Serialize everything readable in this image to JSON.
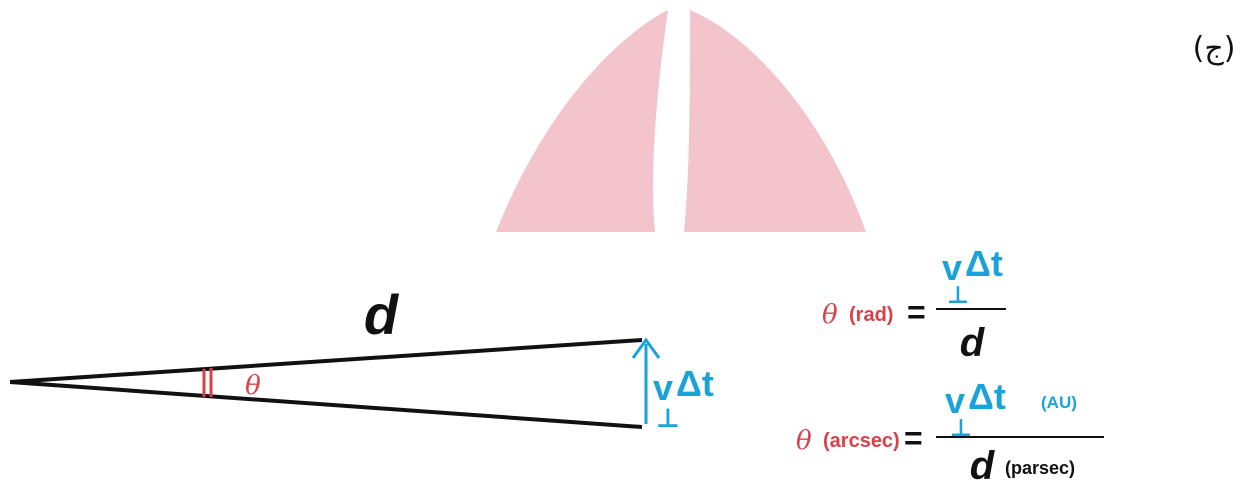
{
  "panel_label": "(ج)",
  "diagram": {
    "distance_label": "d",
    "angle_symbol": "θ",
    "displacement": {
      "v": "v",
      "perp": "⊥",
      "delta_t": "Δt"
    }
  },
  "formula_rad": {
    "theta": "θ",
    "unit": "(rad)",
    "equals": "=",
    "numerator_v": "v",
    "numerator_perp": "⊥",
    "numerator_dt": "Δt",
    "denominator": "d"
  },
  "formula_arcsec": {
    "theta": "θ",
    "unit": "(arcsec)",
    "equals": "=",
    "numerator_v": "v",
    "numerator_perp": "⊥",
    "numerator_dt": "Δt",
    "numerator_unit": "(AU)",
    "denominator": "d",
    "denominator_unit": "(parsec)"
  },
  "colors": {
    "theta_red": "#d9414a",
    "vector_blue": "#1aa3d9",
    "line_black": "#111111",
    "watermark_pink": "#f3c4cc"
  }
}
